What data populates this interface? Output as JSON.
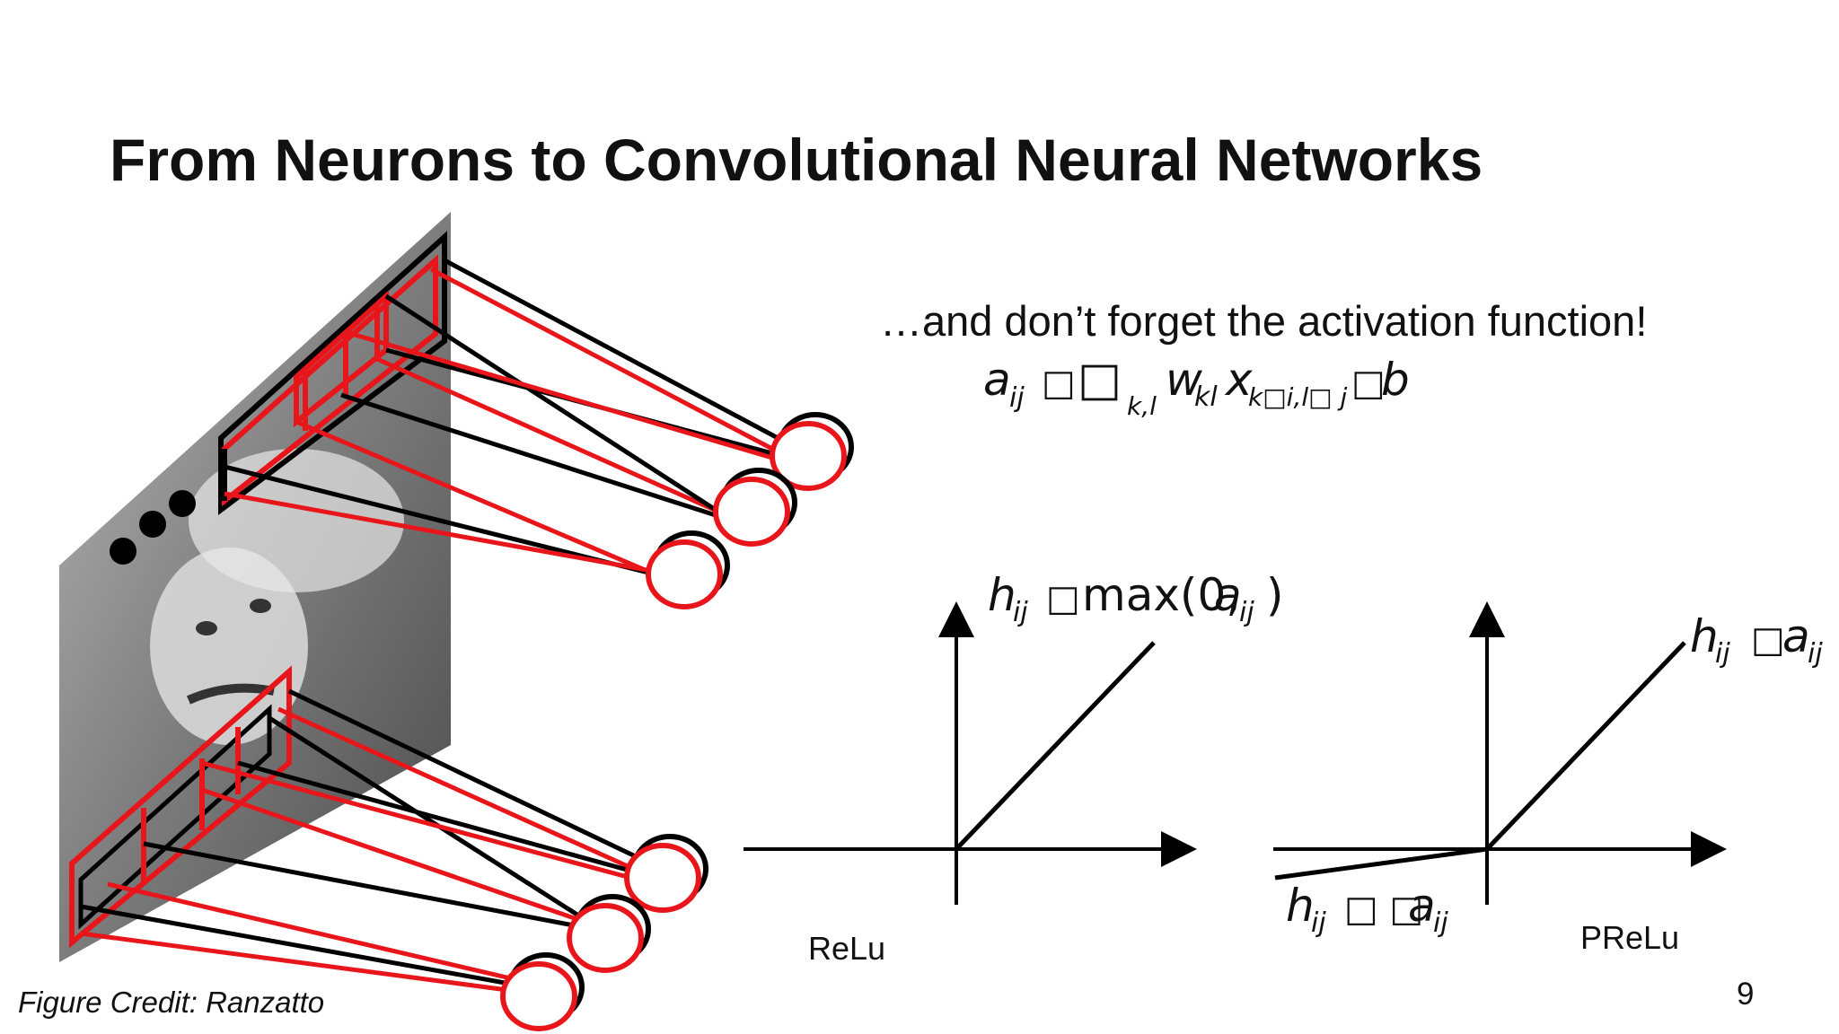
{
  "slide": {
    "title": "From Neurons to Convolutional Neural Networks",
    "subtitle": "…and don’t forget the activation function!",
    "credit": "Figure Credit: Ranzatto",
    "page_number": "9"
  },
  "equations": {
    "activation": {
      "a": "a",
      "a_sub": "ij",
      "box1": "□",
      "box2": "□",
      "sum_sub": "k,l",
      "w": "w",
      "w_sub": "kl",
      "x": "x",
      "x_sub": "k□i,l□ j",
      "box3": "□",
      "b": "b"
    },
    "relu": {
      "h": "h",
      "h_sub": "ij",
      "box": "□",
      "rest": "max(0,",
      "a": "a",
      "a_sub": "ij",
      "close": ")"
    },
    "prelu_pos": {
      "h": "h",
      "h_sub": "ij",
      "box": "□",
      "a": "a",
      "a_sub": "ij"
    },
    "prelu_neg": {
      "h": "h",
      "h_sub": "ij",
      "box": "□ □",
      "a": "a",
      "a_sub": "ij"
    }
  },
  "plots": {
    "relu_label": "ReLu",
    "prelu_label": "PReLu"
  },
  "colors": {
    "accent_red": "#e8161b",
    "line_black": "#000000"
  }
}
